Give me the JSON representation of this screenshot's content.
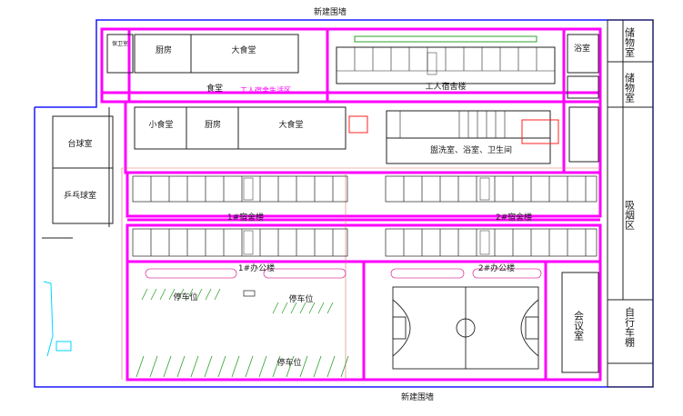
{
  "labels": {
    "top_wall": "新建围墙",
    "bottom_wall": "新建围墙",
    "security_room": "保卫室",
    "kitchen_top": "厨房",
    "canteen_big_top": "大食堂",
    "canteen_mid": "食堂",
    "worker_note": "工人宿舍生活区",
    "worker_dorm": "工人宿舍楼",
    "bath_top": "浴室",
    "warehouse_1": "储物室",
    "warehouse_2": "储物室",
    "small_canteen": "小食堂",
    "kitchen_mid": "厨房",
    "canteen_big_mid": "大食堂",
    "wash_room": "盥洗室、浴室、卫生间",
    "billiards": "台球室",
    "pingpong": "乒乓球室",
    "dorm1": "1#宿舍楼",
    "dorm2": "2#宿舍楼",
    "office1": "1#办公楼",
    "office2": "2#办公楼",
    "parking_1": "停车位",
    "parking_2": "停车位",
    "parking_3": "停车位",
    "meeting": "会议室",
    "smoking": "吸烟区",
    "bike": "自行车棚"
  },
  "colors": {
    "road": "#ff00ff",
    "wall": "#1a1aff",
    "line": "#222222",
    "green": "#2ca02c",
    "red": "#ff2020",
    "cyan": "#00d5ff"
  }
}
